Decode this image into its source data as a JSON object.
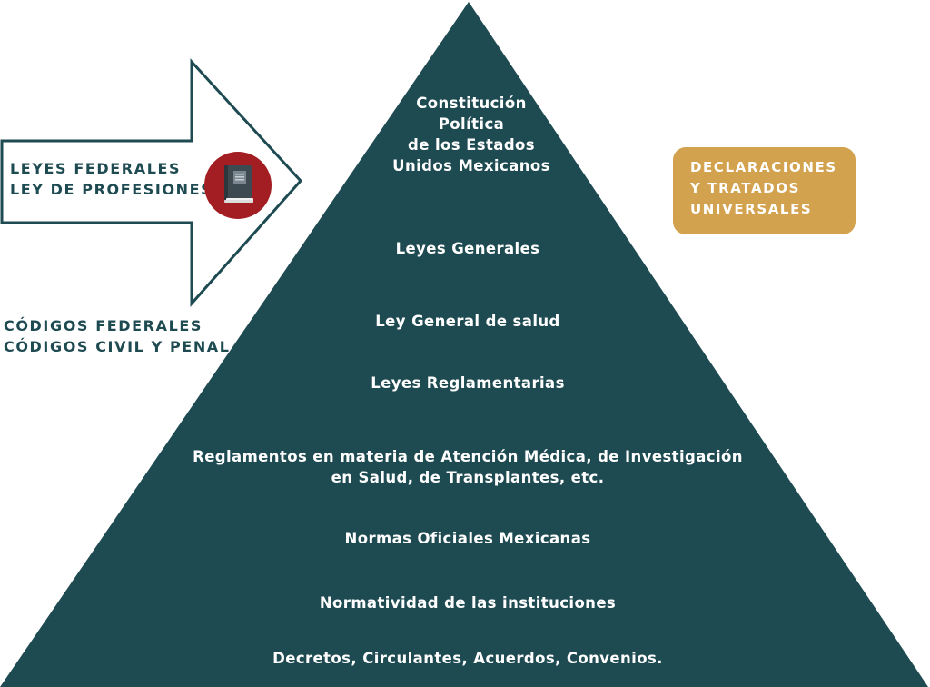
{
  "colors": {
    "pyramid": "#1e4a51",
    "arrow_stroke": "#1e4a51",
    "decl_box": "#d3a24e",
    "book_badge": "#a31e23",
    "side_text": "#1e4a51"
  },
  "pyramid": {
    "levels": [
      "Constitución\nPolítica\nde los Estados\nUnidos Mexicanos",
      "Leyes Generales",
      "Ley General de salud",
      "Leyes Reglamentarias",
      "Reglamentos en materia de Atención Médica, de Investigación\nen Salud, de Transplantes, etc.",
      "Normas Oficiales Mexicanas",
      "Normatividad de las instituciones",
      "Decretos, Circulantes, Acuerdos, Convenios."
    ]
  },
  "arrow": {
    "line1": "LEYES  FEDERALES",
    "line2": "LEY DE PROFESIONES",
    "icon": "book-icon"
  },
  "codes": {
    "line1": "CÓDIGOS FEDERALES",
    "line2": "CÓDIGOS CIVIL Y PENAL"
  },
  "declarations": {
    "line1": "DECLARACIONES",
    "line2": "Y TRATADOS",
    "line3": "UNIVERSALES"
  }
}
